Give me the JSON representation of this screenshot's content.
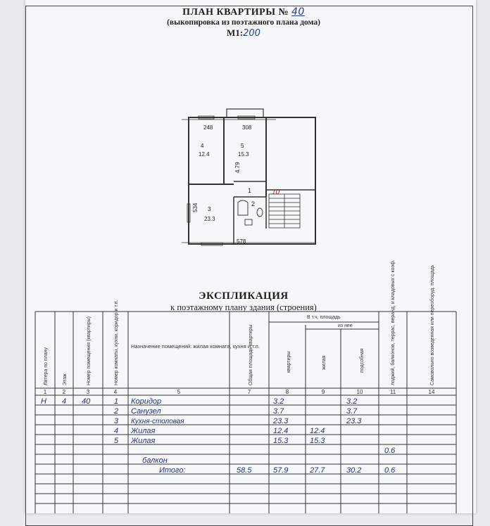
{
  "header": {
    "title_prefix": "ПЛАН КВАРТИРЫ №",
    "title_number": "40",
    "subtitle": "(выкопировка из поэтажного плана дома)",
    "scale_prefix": "М1:",
    "scale_value": "200"
  },
  "plan": {
    "dims_top": [
      "248",
      "308"
    ],
    "dim_bottom": "578",
    "dim_left": "534",
    "dim_mid": "4.79",
    "apt_label": "10",
    "rooms": [
      {
        "num": "4",
        "area": "12.4"
      },
      {
        "num": "5",
        "area": "15.3"
      },
      {
        "num": "3",
        "area": "23.3"
      },
      {
        "num": "1",
        "area": ""
      },
      {
        "num": "2",
        "area": ""
      }
    ]
  },
  "explication": {
    "title": "ЭКСПЛИКАЦИЯ",
    "subtitle": "к поэтажному плану здания (строения)",
    "group_header": "В т.ч. площадь",
    "sub_group_header": "из нее",
    "columns": [
      "Литера по плану",
      "Этаж",
      "Номер помещения (квартиры)",
      "Номер комнаты, кухни, коридор и т.п.",
      "Назначение помещений: жилая комната, кухня и т.п.",
      "Общая площадь квартиры",
      "квартиры",
      "жилая",
      "подсобная",
      "лоджий, балконов, террас, веранд, и кладовых с коэф.",
      "Самовольно возведенная или переоборуд. площадь"
    ],
    "col_numbers": [
      "1",
      "2",
      "3",
      "4",
      "5",
      "7",
      "8",
      "9",
      "10",
      "11",
      "14"
    ],
    "rows": [
      {
        "lit": "Н",
        "floor": "4",
        "apt": "40",
        "room": "1",
        "name": "Коридор",
        "total": "",
        "q": "3.2",
        "living": "",
        "aux": "3.2",
        "balc": ""
      },
      {
        "lit": "",
        "floor": "",
        "apt": "",
        "room": "2",
        "name": "Санузел",
        "total": "",
        "q": "3.7",
        "living": "",
        "aux": "3.7",
        "balc": ""
      },
      {
        "lit": "",
        "floor": "",
        "apt": "",
        "room": "3",
        "name": "Кухня-столовая",
        "total": "",
        "q": "23.3",
        "living": "",
        "aux": "23.3",
        "balc": ""
      },
      {
        "lit": "",
        "floor": "",
        "apt": "",
        "room": "4",
        "name": "Жилая",
        "total": "",
        "q": "12.4",
        "living": "12.4",
        "aux": "",
        "balc": ""
      },
      {
        "lit": "",
        "floor": "",
        "apt": "",
        "room": "5",
        "name": "Жилая",
        "total": "",
        "q": "15.3",
        "living": "15.3",
        "aux": "",
        "balc": ""
      },
      {
        "lit": "",
        "floor": "",
        "apt": "",
        "room": "",
        "name": "",
        "total": "",
        "q": "",
        "living": "",
        "aux": "",
        "balc": "0.6"
      },
      {
        "lit": "",
        "floor": "",
        "apt": "",
        "room": "",
        "name": "балкон",
        "total": "",
        "q": "",
        "living": "",
        "aux": "",
        "balc": ""
      }
    ],
    "total_row": {
      "label": "Итого:",
      "total": "58.5",
      "q": "57.9",
      "living": "27.7",
      "aux": "30.2",
      "balc": "0.6"
    }
  }
}
